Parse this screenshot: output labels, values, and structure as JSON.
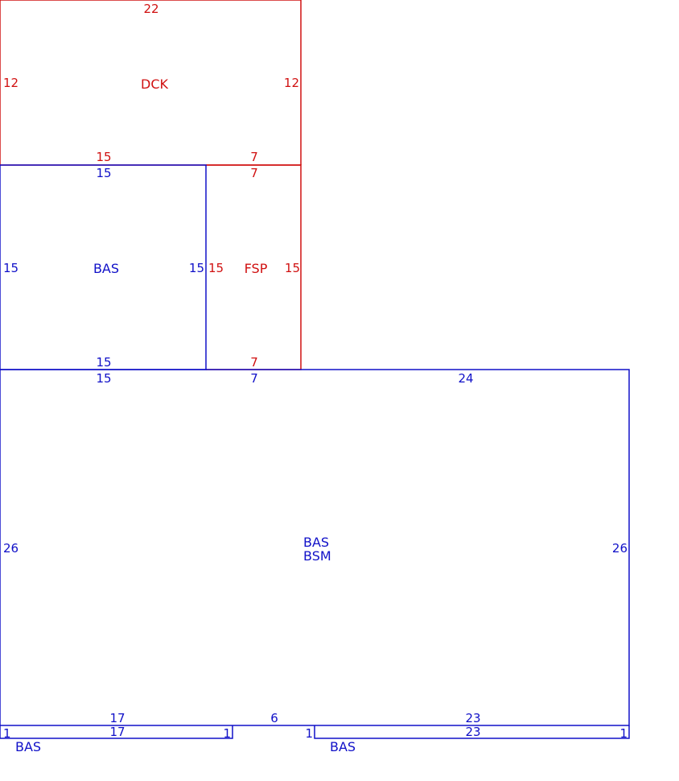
{
  "colors": {
    "blue": "#1010C8",
    "red": "#D01010"
  },
  "sections": {
    "deck": {
      "name": "DCK",
      "top": "22",
      "left": "12",
      "right": "12",
      "bottom_left": "15",
      "bottom_right": "7"
    },
    "upper_bas": {
      "name": "BAS",
      "top": "15",
      "left": "15",
      "right": "15",
      "bottom": "15"
    },
    "fsp": {
      "name": "FSP",
      "top": "7",
      "left": "15",
      "right": "15",
      "bottom": "7"
    },
    "main": {
      "name_1": "BAS",
      "name_2": "BSM",
      "top_left": "15",
      "top_mid": "7",
      "top_right": "24",
      "left": "26",
      "right": "26",
      "bottom_left": "17",
      "bottom_mid": "6",
      "bottom_right": "23"
    },
    "strip_left": {
      "name": "BAS",
      "top": "17",
      "left": "1",
      "right": "1"
    },
    "strip_right": {
      "name": "BAS",
      "top": "23",
      "left": "1",
      "right": "1"
    }
  }
}
